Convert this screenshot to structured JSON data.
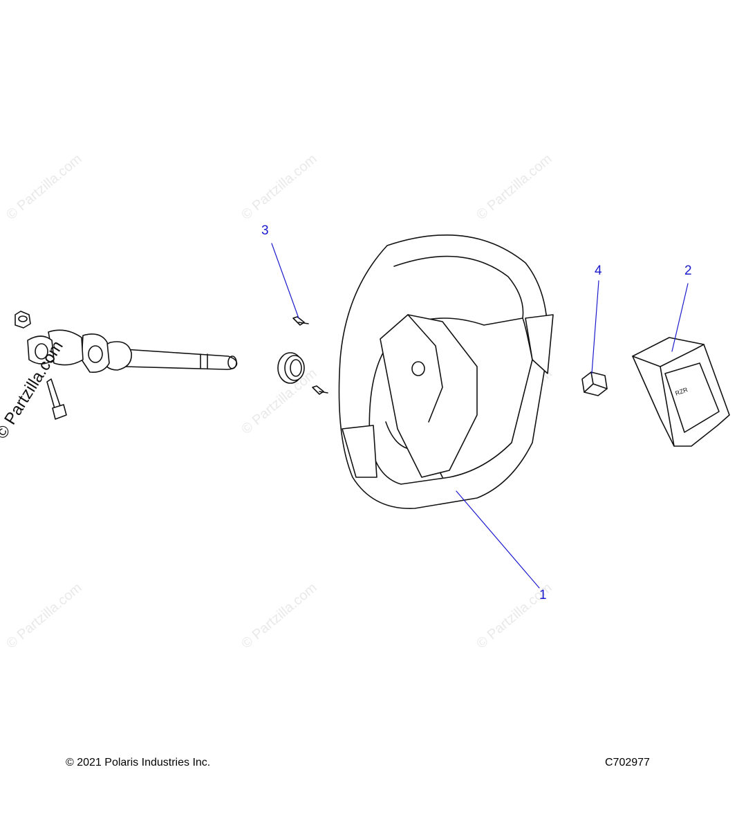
{
  "watermark": {
    "text": "© Partzilla.com",
    "diagonal_text": "© Partzilla.com"
  },
  "callouts": {
    "c1": "1",
    "c2": "2",
    "c3": "3",
    "c4": "4"
  },
  "footer": {
    "copyright": "© 2021 Polaris Industries Inc.",
    "figure_code": "C702977"
  },
  "colors": {
    "callout": "#1a1acc",
    "outline": "#111111",
    "watermark": "#e9e9e9"
  }
}
